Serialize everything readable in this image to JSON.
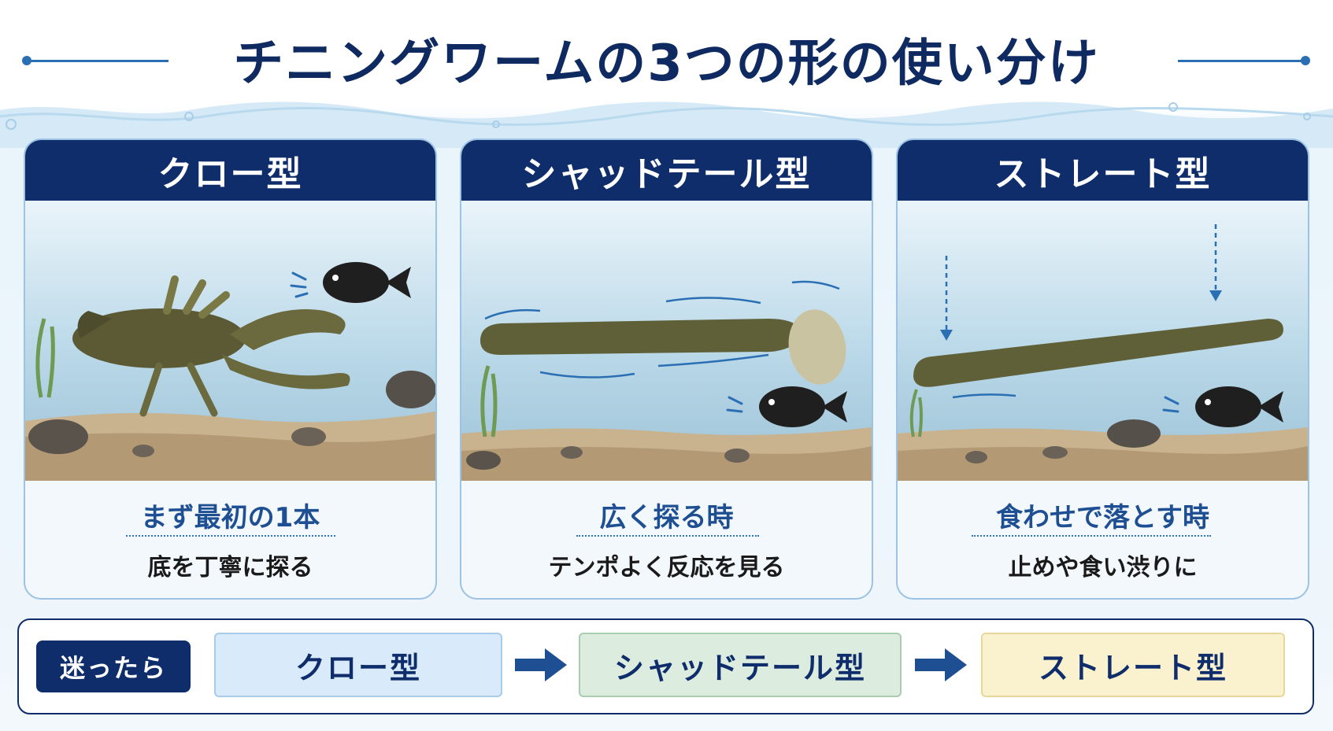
{
  "title": "チニングワームの3つの形の使い分け",
  "cards": [
    {
      "heading": "クロー型",
      "headline": "まず最初の1本",
      "sub": "底を丁寧に探る",
      "scene_icon": "crayfish-worm-icon"
    },
    {
      "heading": "シャッドテール型",
      "headline": "広く探る時",
      "sub": "テンポよく反応を見る",
      "scene_icon": "shad-tail-worm-icon"
    },
    {
      "heading": "ストレート型",
      "headline": "食わせで落とす時",
      "sub": "止めや食い渋りに",
      "scene_icon": "straight-worm-icon"
    }
  ],
  "flow": {
    "lead": "迷ったら",
    "steps": [
      "クロー型",
      "シャッドテール型",
      "ストレート型"
    ]
  },
  "colors": {
    "navy": "#0f2d6b",
    "accent_blue": "#1f4f93",
    "step1_bg": "#d9eafa",
    "step2_bg": "#dcecdf",
    "step3_bg": "#faf2cf"
  }
}
